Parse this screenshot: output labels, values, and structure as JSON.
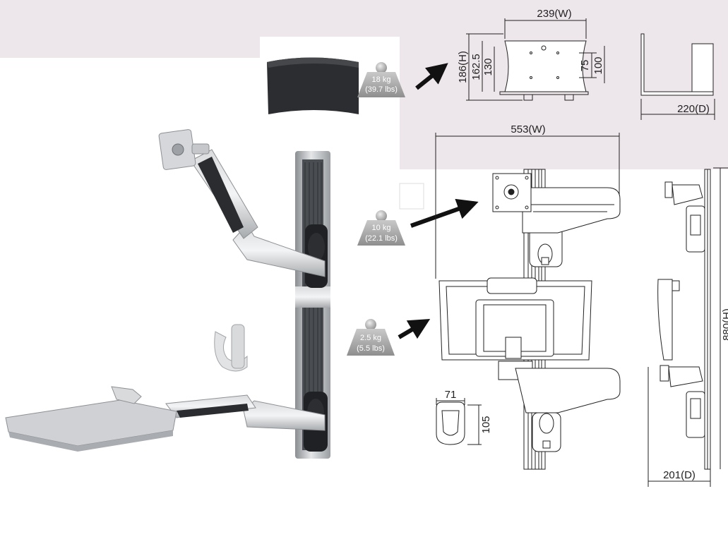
{
  "weights": {
    "cpu_holder": {
      "line1": "18  kg",
      "line2": "(39.7 lbs)"
    },
    "monitor_arm": {
      "line1": "10 kg",
      "line2": "(22.1 lbs)"
    },
    "keyboard_tray": {
      "line1": "2.5 kg",
      "line2": "(5.5 lbs)"
    }
  },
  "dimensions": {
    "cpu_width": "239(W)",
    "cpu_height": "186(H)",
    "cpu_162": "162.5",
    "cpu_130": "130",
    "cpu_75": "75",
    "cpu_100": "100",
    "cpu_depth": "220(D)",
    "system_width": "553(W)",
    "system_height": "880(H)",
    "system_depth": "201(D)",
    "holder_width": "71",
    "holder_height": "105"
  }
}
